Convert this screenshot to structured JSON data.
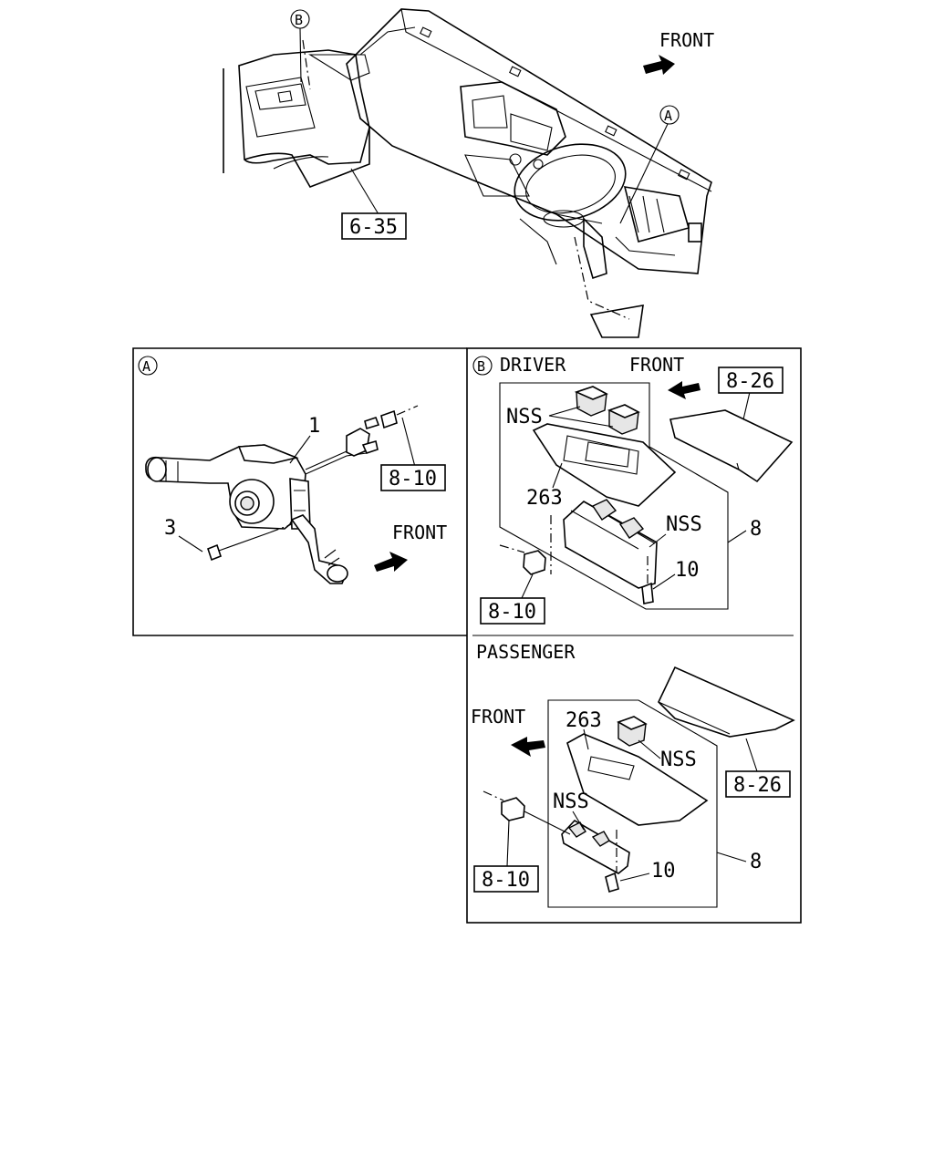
{
  "top_view": {
    "callout_b": "B",
    "callout_a": "A",
    "front_label": "FRONT",
    "ref_box": "6-35"
  },
  "panel_a": {
    "callout": "A",
    "part_1": "1",
    "part_3": "3",
    "front_label": "FRONT",
    "ref_box": "8-10"
  },
  "panel_b": {
    "callout": "B",
    "driver": {
      "title": "DRIVER",
      "front_label": "FRONT",
      "ref_box_cover": "8-26",
      "nss_switch": "NSS",
      "part_263": "263",
      "nss_unit": "NSS",
      "part_8": "8",
      "part_10": "10",
      "ref_box_connector": "8-10"
    },
    "passenger": {
      "title": "PASSENGER",
      "front_label": "FRONT",
      "part_263": "263",
      "nss_switch": "NSS",
      "ref_box_cover": "8-26",
      "nss_unit": "NSS",
      "part_8": "8",
      "part_10": "10",
      "ref_box_connector": "8-10"
    }
  }
}
